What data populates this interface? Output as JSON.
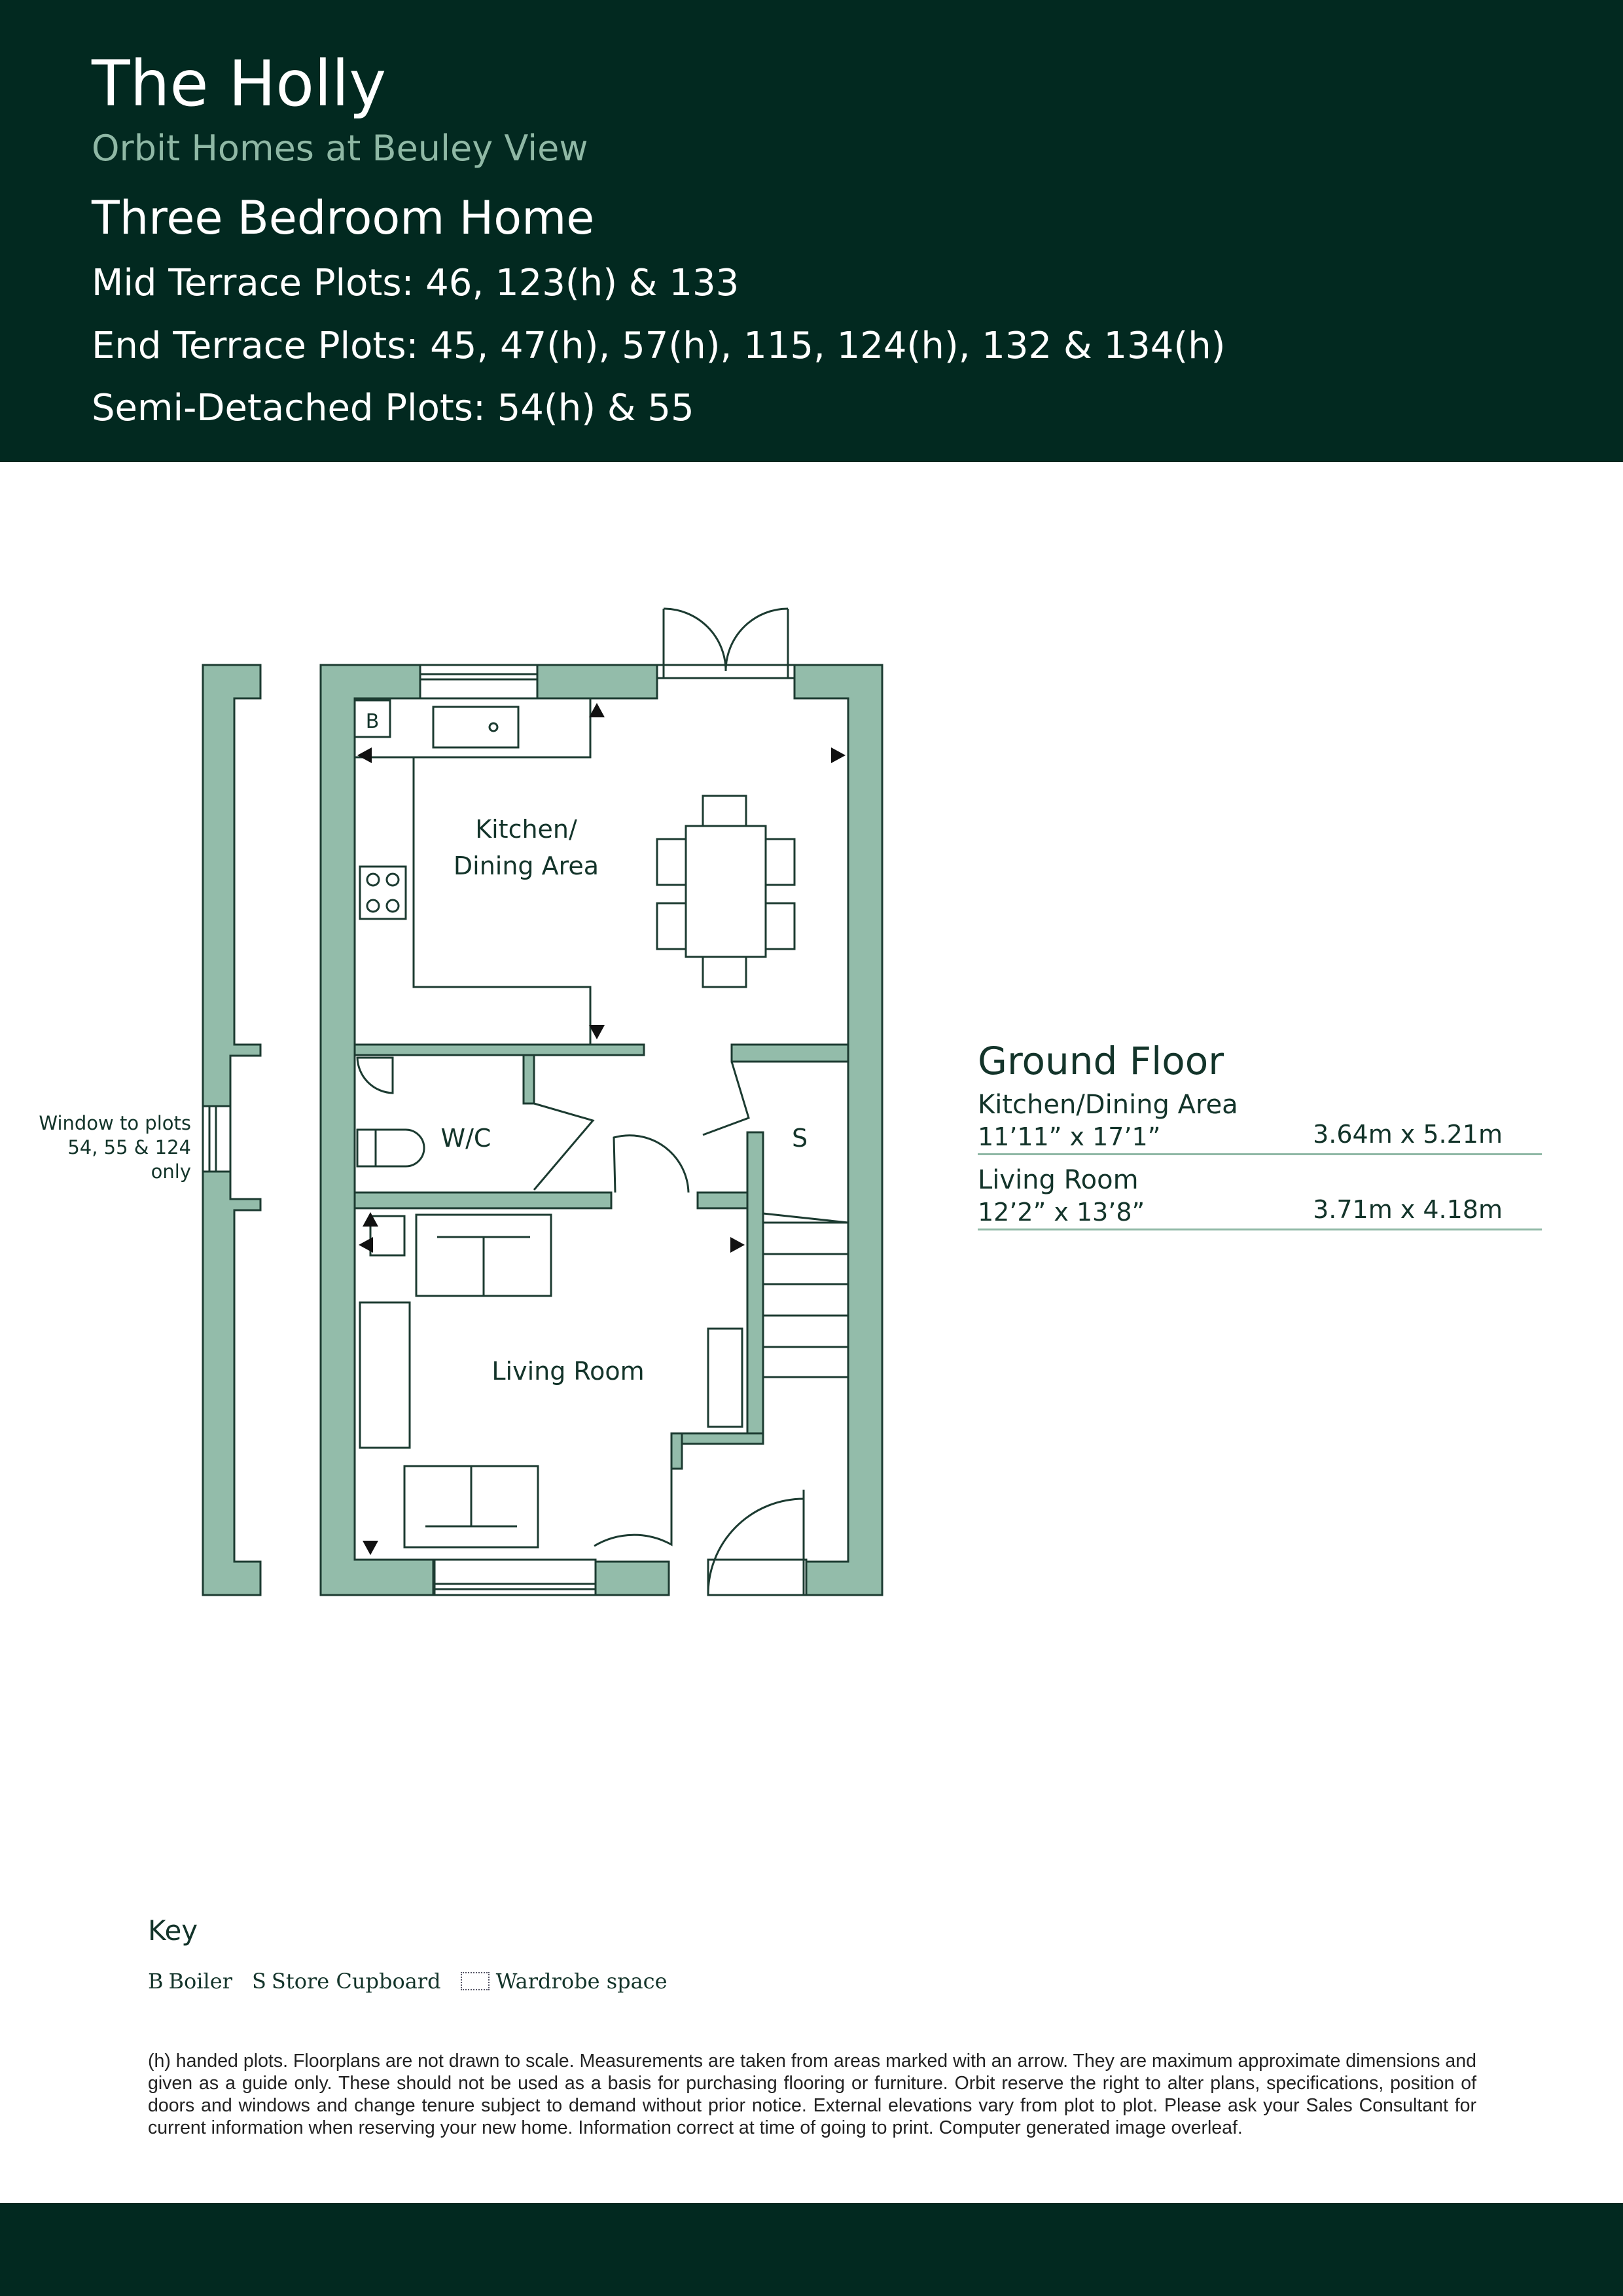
{
  "header": {
    "title": "The Holly",
    "subtitle": "Orbit Homes at Beuley View",
    "home_type": "Three Bedroom Home",
    "plots": [
      "Mid Terrace Plots: 46, 123(h) & 133",
      "End Terrace Plots: 45, 47(h), 57(h), 115, 124(h), 132 & 134(h)",
      "Semi-Detached Plots: 54(h) & 55"
    ]
  },
  "plan": {
    "labels": {
      "boiler": "B",
      "kitchen_line1": "Kitchen/",
      "kitchen_line2": "Dining Area",
      "wc": "W/C",
      "store": "S",
      "living": "Living Room"
    },
    "window_note_line1": "Window to plots",
    "window_note_line2": "54, 55 & 124 only",
    "colors": {
      "wall": "#93bcaa",
      "line": "#1c3b31",
      "header": "#022920"
    }
  },
  "ground_floor": {
    "title": "Ground Floor",
    "rooms": [
      {
        "name": "Kitchen/Dining Area",
        "imperial": "11’11” x 17’1”",
        "metric": "3.64m x 5.21m"
      },
      {
        "name": "Living Room",
        "imperial": "12’2” x 13’8”",
        "metric": "3.71m x 4.18m"
      }
    ]
  },
  "key": {
    "title": "Key",
    "boiler_code": "B",
    "boiler_label": "Boiler",
    "store_code": "S",
    "store_label": "Store Cupboard",
    "wardrobe_label": "Wardrobe space"
  },
  "disclaimer": "(h) handed plots. Floorplans are not drawn to scale. Measurements are taken from areas marked with an arrow. They are maximum approximate dimensions and given as a guide only. These should not be used as a basis for purchasing flooring or furniture. Orbit reserve the right to alter plans, specifications, position of doors and windows and change tenure subject to demand without prior notice. External elevations vary from plot to plot. Please ask your Sales Consultant for current information when reserving your new home. Information correct at time of going to print. Computer generated image overleaf."
}
